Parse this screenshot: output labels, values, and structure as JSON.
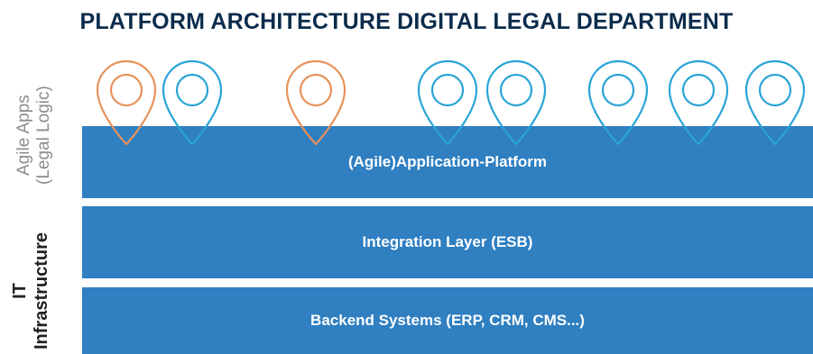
{
  "title": "PLATFORM ARCHITECTURE DIGITAL LEGAL DEPARTMENT",
  "side_labels": {
    "agile_apps_line1": "Agile Apps",
    "agile_apps_line2": "(Legal Logic)",
    "it_line1": "IT",
    "it_line2": "Infrastructure"
  },
  "layers": {
    "application_platform": "(Agile)Application-Platform",
    "integration_layer": "Integration Layer (ESB)",
    "backend_systems": "Backend Systems (ERP, CRM, CMS...)"
  },
  "colors": {
    "layer_fill": "#2f7fc1",
    "pin_orange": "#e8925a",
    "pin_blue": "#2aa4d6",
    "title": "#0b2c4b"
  },
  "pins": [
    {
      "color": "orange"
    },
    {
      "color": "blue"
    },
    {
      "color": "orange"
    },
    {
      "color": "blue"
    },
    {
      "color": "blue"
    },
    {
      "color": "blue"
    },
    {
      "color": "blue"
    },
    {
      "color": "blue"
    }
  ]
}
